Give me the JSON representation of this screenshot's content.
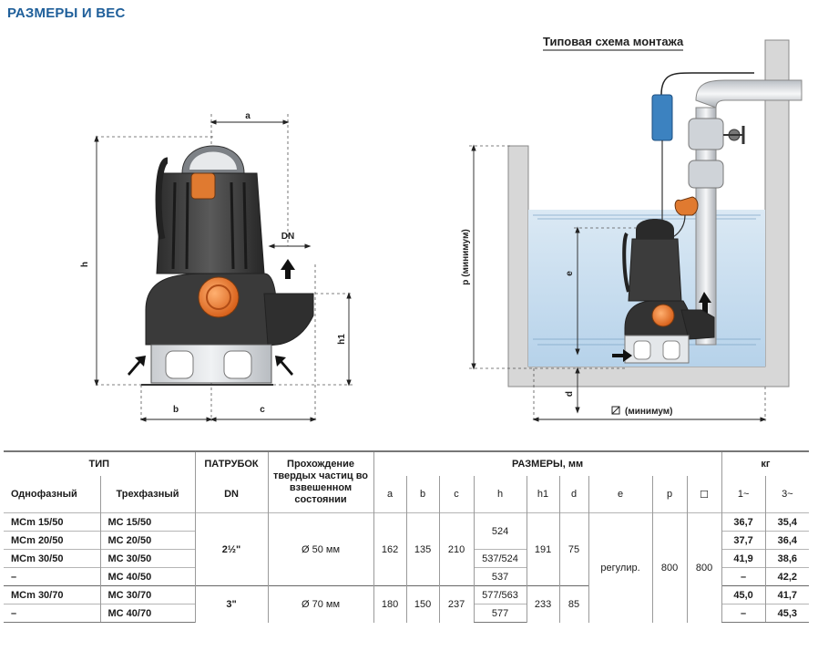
{
  "title": "РАЗМЕРЫ И ВЕС",
  "schema_title": "Типовая схема монтажа",
  "pump_dims": {
    "a": "a",
    "h": "h",
    "dn": "DN",
    "h1": "h1",
    "b": "b",
    "c": "c"
  },
  "install_dims": {
    "p": "p (минимум)",
    "e": "e",
    "d": "d",
    "sq": "(минимум)"
  },
  "table": {
    "header": {
      "type": "ТИП",
      "patrubok": "ПАТРУБОК",
      "solids": "Прохождение твердых частиц во взвешенном состоянии",
      "sizes": "РАЗМЕРЫ, мм",
      "kg": "кг",
      "single": "Однофазный",
      "three": "Трехфазный",
      "dn": "DN",
      "a": "a",
      "b": "b",
      "c": "c",
      "h": "h",
      "h1": "h1",
      "d": "d",
      "e": "e",
      "p": "p",
      "sq": "☐",
      "w1": "1~",
      "w3": "3~"
    },
    "rows": [
      {
        "single": "MCm 15/50",
        "three": "MC 15/50",
        "w1": "36,7",
        "w3": "35,4"
      },
      {
        "single": "MCm 20/50",
        "three": "MC 20/50",
        "w1": "37,7",
        "w3": "36,4"
      },
      {
        "single": "MCm 30/50",
        "three": "MC 30/50",
        "w1": "41,9",
        "w3": "38,6"
      },
      {
        "single": "–",
        "three": "MC 40/50",
        "w1": "–",
        "w3": "42,2"
      },
      {
        "single": "MCm 30/70",
        "three": "MC 30/70",
        "w1": "45,0",
        "w3": "41,7"
      },
      {
        "single": "–",
        "three": "MC 40/70",
        "w1": "–",
        "w3": "45,3"
      }
    ],
    "group1": {
      "dn": "2½\"",
      "solids": "Ø 50 мм",
      "a": "162",
      "b": "135",
      "c": "210",
      "h_a": "524",
      "h_b": "537/524",
      "h_c": "537",
      "h1": "191",
      "d": "75"
    },
    "group2": {
      "dn": "3\"",
      "solids": "Ø 70 мм",
      "a": "180",
      "b": "150",
      "c": "237",
      "h_a": "577/563",
      "h_b": "577",
      "h1": "233",
      "d": "85"
    },
    "common": {
      "e": "регулир.",
      "p": "800",
      "sq": "800"
    }
  }
}
